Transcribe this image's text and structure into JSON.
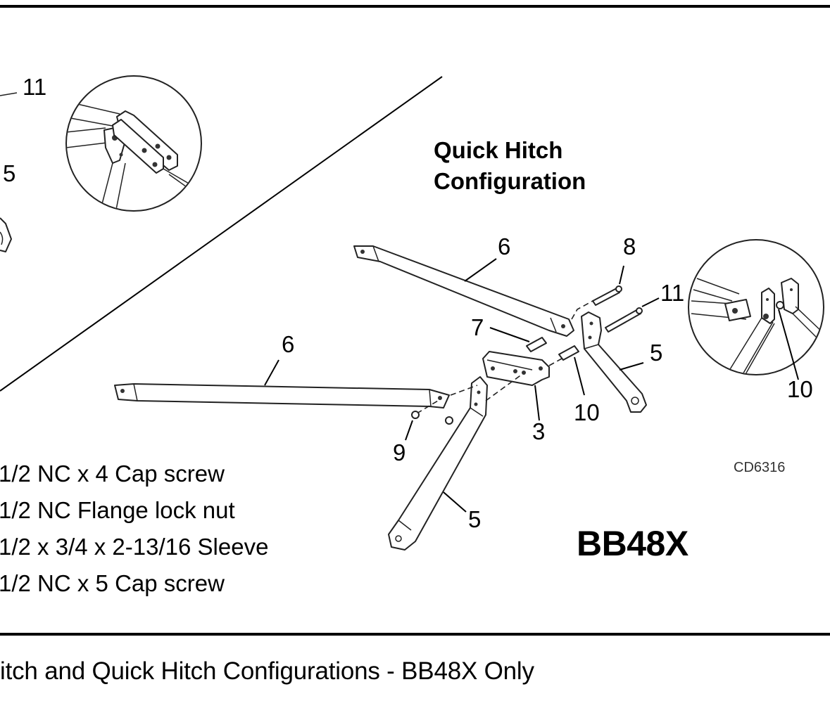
{
  "diagram": {
    "heading": [
      "Quick Hitch",
      "Configuration"
    ],
    "model": "BB48X",
    "drawing_code": "CD6316",
    "callouts": [
      {
        "id": "callout-11-left",
        "text": "11"
      },
      {
        "id": "callout-5-left",
        "text": "5"
      },
      {
        "id": "callout-6-upper",
        "text": "6"
      },
      {
        "id": "callout-8",
        "text": "8"
      },
      {
        "id": "callout-11-right",
        "text": "11"
      },
      {
        "id": "callout-7",
        "text": "7"
      },
      {
        "id": "callout-6-lower",
        "text": "6"
      },
      {
        "id": "callout-5-right",
        "text": "5"
      },
      {
        "id": "callout-10-center",
        "text": "10"
      },
      {
        "id": "callout-10-detail",
        "text": "10"
      },
      {
        "id": "callout-3",
        "text": "3"
      },
      {
        "id": "callout-9",
        "text": "9"
      },
      {
        "id": "callout-5-lower",
        "text": "5"
      }
    ],
    "parts_list": [
      "1/2 NC x 4 Cap screw",
      "1/2 NC Flange lock nut",
      "1/2 x 3/4 x 2-13/16 Sleeve",
      "1/2 NC x 5 Cap screw"
    ]
  },
  "caption": "itch and Quick Hitch Configurations - BB48X Only"
}
